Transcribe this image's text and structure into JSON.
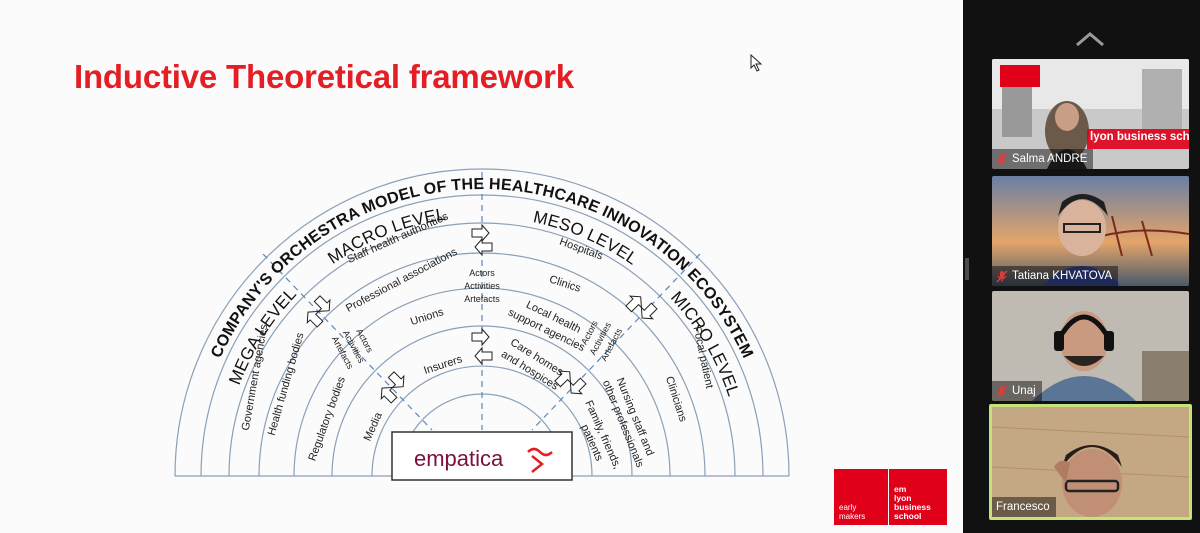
{
  "slide": {
    "title": "Inductive Theoretical framework",
    "diagram": {
      "heading": "COMPANY'S ORCHESTRA MODEL OF THE HEALTHCARE INNOVATION ECOSYSTEM",
      "levels": {
        "mega": "MEGA LEVEL",
        "macro": "MACRO LEVEL",
        "meso": "MESO LEVEL",
        "micro": "MICRO LEVEL"
      },
      "left_items": [
        "Government agencies",
        "Health funding bodies",
        "Regulatory bodies",
        "Media"
      ],
      "macro_items": [
        "Staff health authorities",
        "Professional associations",
        "Unions",
        "Insurers"
      ],
      "meso_items": [
        "Hospitals",
        "Clinics",
        "Local health",
        "support agencies",
        "Care homes",
        "and hospices"
      ],
      "right_items": [
        "Focal patient",
        "Clinicians",
        "Nursing staff and",
        "other professionals",
        "Family, friends,",
        "patients"
      ],
      "aaa": [
        "Actors",
        "Activities",
        "Artefacts"
      ],
      "center_brand": "empatica"
    },
    "logo": {
      "left": "early\nmakers",
      "right": "em\nlyon\nbusiness\nschool"
    }
  },
  "participants": [
    {
      "name": "Salma ANDRE",
      "muted": true,
      "overlay": "lyon business school"
    },
    {
      "name": "Tatiana KHVATOVA",
      "muted": true
    },
    {
      "name": "Unaj",
      "muted": true
    },
    {
      "name": "Francesco",
      "muted": false,
      "speaking": true
    }
  ],
  "colors": {
    "title": "#e31e24",
    "diagram_line": "#8aa0b8",
    "accent": "#e1001a",
    "active_border": "#c6e27a"
  }
}
